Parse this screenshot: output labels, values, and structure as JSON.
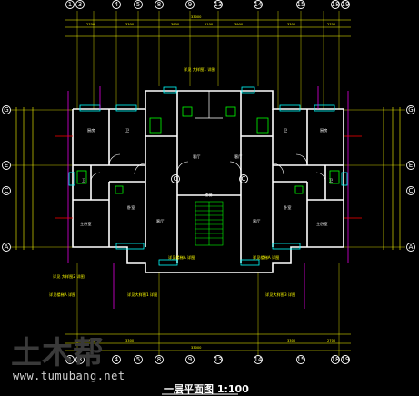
{
  "drawing": {
    "title": "一层平面图 1:100",
    "axes_top": [
      "1",
      "3",
      "4",
      "5",
      "8",
      "9",
      "13",
      "14",
      "15",
      "18",
      "19"
    ],
    "axes_bottom": [
      "1",
      "3",
      "4",
      "5",
      "8",
      "9",
      "13",
      "14",
      "15",
      "18",
      "19"
    ],
    "axes_left": [
      "G",
      "E",
      "C",
      "A"
    ],
    "axes_right": [
      "G",
      "E",
      "C",
      "A"
    ],
    "axes_inner": [
      "C",
      "C"
    ],
    "rooms": {
      "bedroom": "卧室",
      "living": "客厅",
      "kitchen": "厨房",
      "bath": "卫",
      "main_bedroom": "主卧室",
      "entry": "楼梯"
    },
    "notes": {
      "stair_ref_top": "详见 大样图1 详图",
      "stair_ref_left": "详见 大样图2 详图",
      "window_ref_left": "详见楼梯A 详图",
      "window_ref_right": "详见楼梯A 详图",
      "note_bottom_left": "详见楼梯A 详图",
      "note_bottom_mid": "详见大样图1 详图",
      "note_bottom_right": "详见大样图3 详图"
    }
  },
  "watermark": {
    "logo": "土木帮",
    "url": "www.tumubang.net"
  }
}
